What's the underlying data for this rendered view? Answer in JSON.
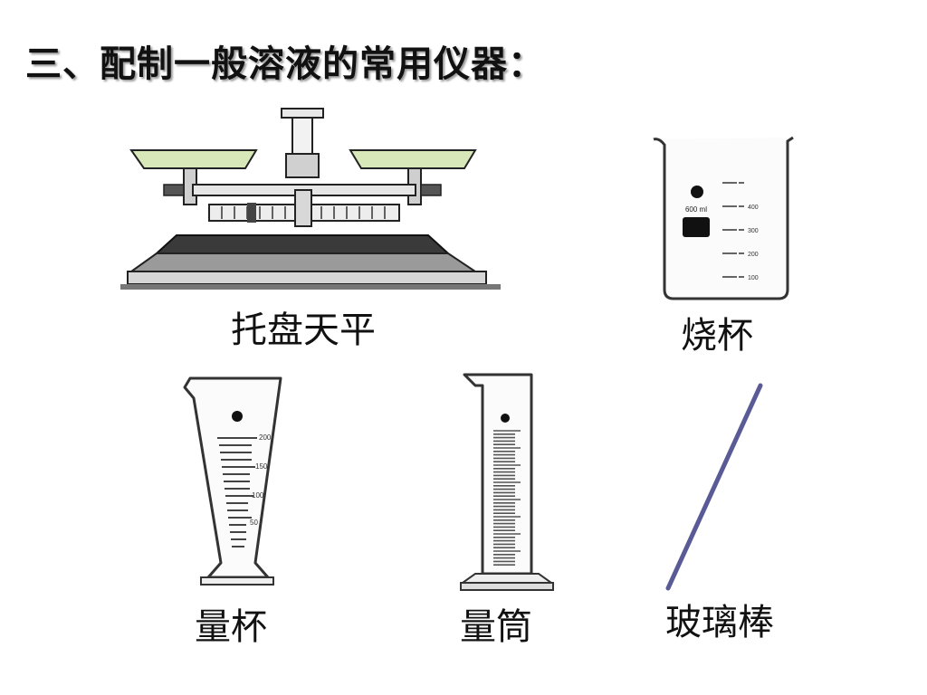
{
  "slide": {
    "title": "三、配制一般溶液的常用仪器："
  },
  "instruments": {
    "balance": {
      "label": "托盘天平"
    },
    "beaker": {
      "label": "烧杯",
      "capacity_mark": "600 ml",
      "scale": [
        "400",
        "300",
        "200",
        "100"
      ]
    },
    "measuring_cup": {
      "label": "量杯",
      "scale": [
        "200",
        "150",
        "100",
        "50"
      ]
    },
    "graduated_cylinder": {
      "label": "量筒"
    },
    "glass_rod": {
      "label": "玻璃棒",
      "color": "#5a5a96"
    }
  },
  "colors": {
    "tray": "#d8e8b8",
    "base_dark": "#3a3a3a",
    "base_gray": "#9a9a9a",
    "beaker_block": "#111111",
    "rod": "#5a5a96"
  }
}
